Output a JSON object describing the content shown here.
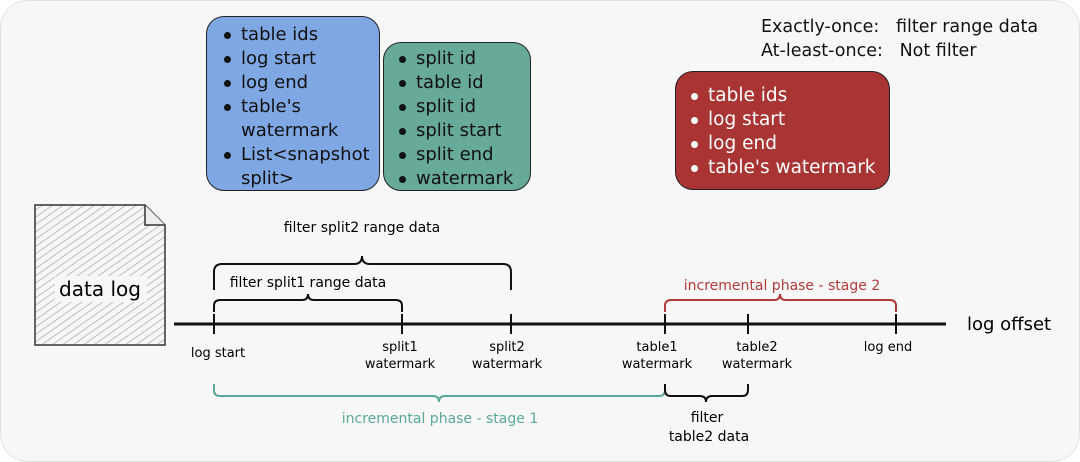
{
  "boxes": {
    "blue": [
      "table ids",
      "log start",
      "log end",
      "table's watermark",
      "List<snapshot split>"
    ],
    "teal": [
      "split id",
      "table id",
      "split id",
      "split start",
      "split end",
      "watermark"
    ],
    "red": [
      "table ids",
      "log start",
      "log end",
      "table's watermark"
    ]
  },
  "notes": {
    "exactly_once": "Exactly-once:   filter range data",
    "at_least_once": "At-least-once:   Not filter"
  },
  "file": {
    "label": "data log"
  },
  "axis": {
    "label": "log offset",
    "ticks": [
      {
        "id": "log-start",
        "lines": [
          "log start"
        ]
      },
      {
        "id": "split1-watermark",
        "lines": [
          "split1",
          "watermark"
        ]
      },
      {
        "id": "split2-watermark",
        "lines": [
          "split2",
          "watermark"
        ]
      },
      {
        "id": "table1-watermark",
        "lines": [
          "table1",
          "watermark"
        ]
      },
      {
        "id": "table2-watermark",
        "lines": [
          "table2",
          "watermark"
        ]
      },
      {
        "id": "log-end",
        "lines": [
          "log end"
        ]
      }
    ]
  },
  "braces": {
    "split2": "filter split2 range data",
    "split1": "filter split1 range data",
    "stage2": "incremental phase - stage 2",
    "stage1": "incremental phase - stage 1",
    "table2": [
      "filter",
      "table2 data"
    ]
  },
  "colors": {
    "blue_box": "#7fa7e3",
    "teal_box": "#67aa9a",
    "red_box": "#a93434",
    "stage1": "#5aa89a",
    "stage2": "#b23a3a"
  }
}
